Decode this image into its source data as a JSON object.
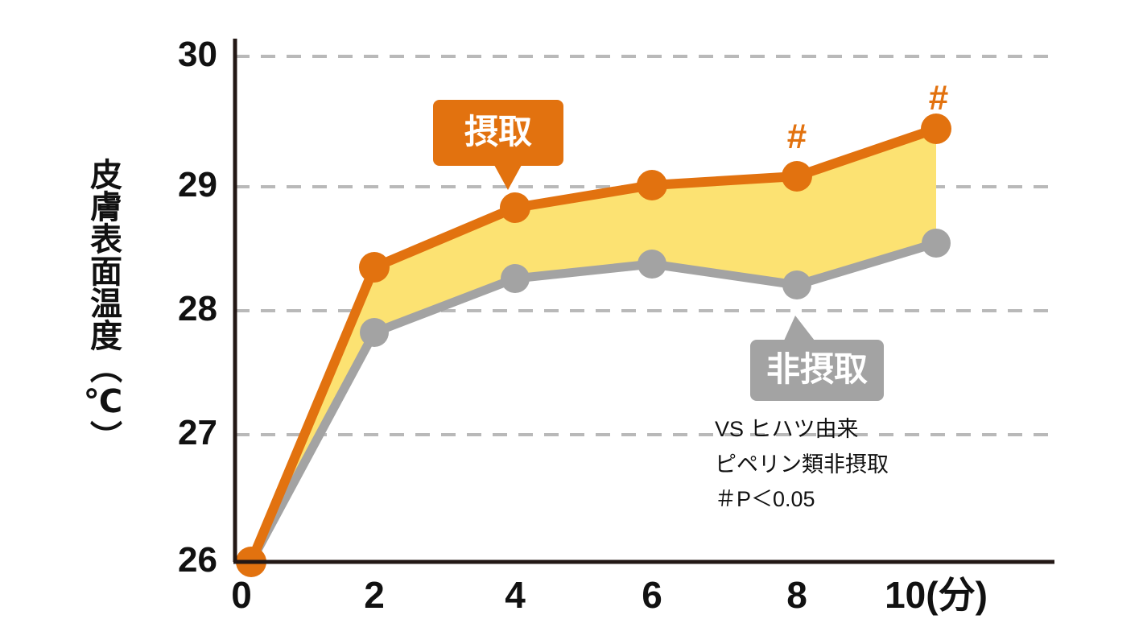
{
  "chart_data": {
    "type": "line",
    "title": "",
    "xlabel": "10(分)",
    "ylabel": "皮膚表面温度（℃）",
    "x": [
      0,
      2,
      4,
      6,
      8,
      10
    ],
    "xlim": [
      0,
      10
    ],
    "ylim": [
      26,
      30
    ],
    "grid": true,
    "legend_position": "inline-callouts",
    "x_tick_labels": [
      "0",
      "2",
      "4",
      "6",
      "8",
      "10(分)"
    ],
    "y_tick_labels": [
      "26",
      "27",
      "28",
      "29",
      "30"
    ],
    "y_ticks": [
      26,
      27,
      28,
      29,
      30
    ],
    "series": [
      {
        "name": "摂取",
        "color": "#E2720F",
        "values": [
          26.0,
          28.33,
          28.8,
          29.0,
          29.07,
          29.45
        ]
      },
      {
        "name": "非摂取",
        "color": "#A3A3A3",
        "values": [
          26.0,
          27.85,
          28.2,
          28.35,
          28.18,
          28.5
        ]
      }
    ],
    "band_fill_color": "#FCE272",
    "annotations": [
      {
        "label": "#",
        "x": 8,
        "series": "摂取"
      },
      {
        "label": "#",
        "x": 10,
        "series": "摂取"
      }
    ]
  },
  "axis": {
    "y_title": "皮膚表面温度（℃）",
    "y_labels": [
      "30",
      "29",
      "28",
      "27",
      "26"
    ],
    "x_labels": [
      "0",
      "2",
      "4",
      "6",
      "8",
      "10(分)"
    ]
  },
  "callouts": {
    "intake": {
      "label": "摂取",
      "color": "#E2720F"
    },
    "nonintake": {
      "label": "非摂取",
      "color": "#A3A3A3"
    }
  },
  "note": {
    "line1": "VS ヒハツ由来",
    "line2": "ピペリン類非摂取",
    "line3": "＃P＜0.05"
  },
  "markers": {
    "sig1": "#",
    "sig2": "#"
  },
  "colors": {
    "intake": "#E2720F",
    "nonintake": "#A3A3A3",
    "band": "#FCE272",
    "gridline": "#B9B9B9",
    "axis": "#231815"
  }
}
